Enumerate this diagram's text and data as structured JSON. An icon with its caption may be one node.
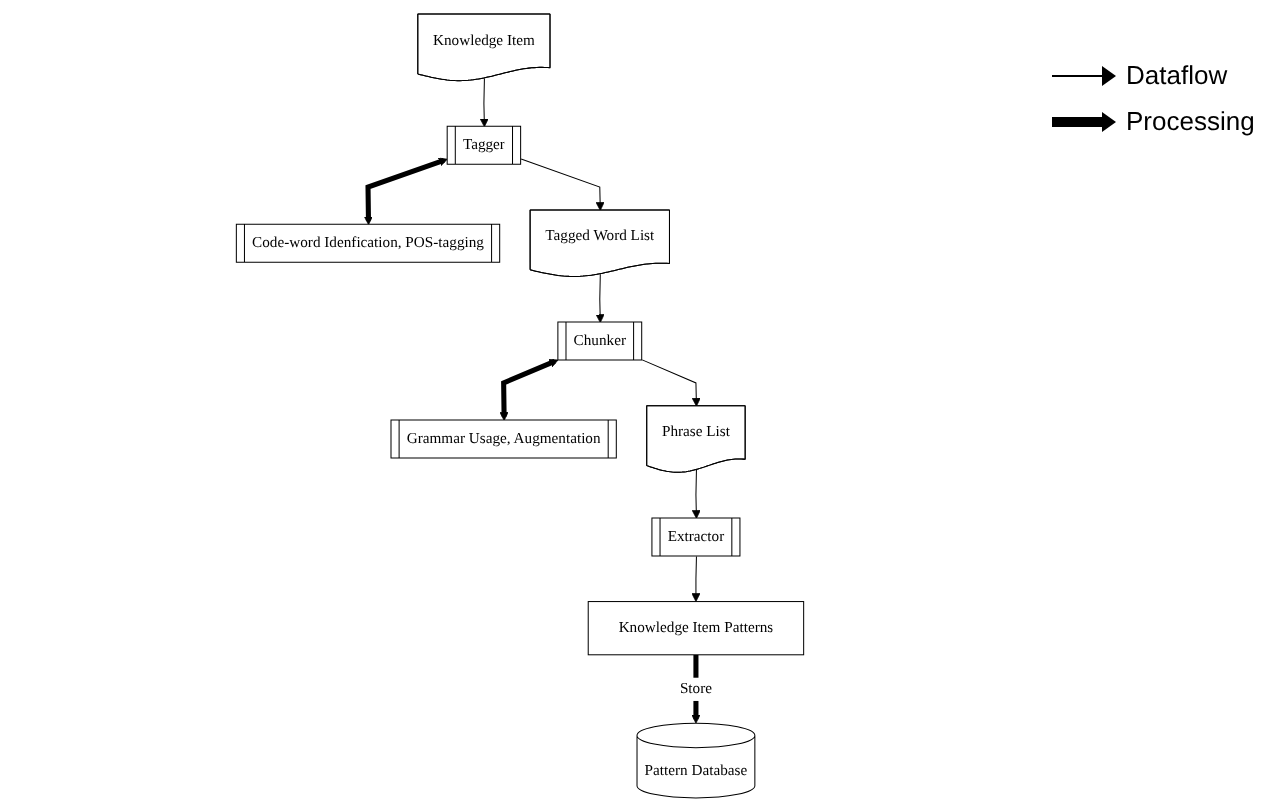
{
  "diagram": {
    "nodes": [
      {
        "text": [
          "Knowledge Item"
        ]
      },
      {
        "text": [
          "Tagger"
        ]
      },
      {
        "text": [
          "Code-word Idenfication, POS-tagging"
        ]
      },
      {
        "text": [
          "Tagged Word List"
        ]
      },
      {
        "text": [
          "Chunker"
        ]
      },
      {
        "text": [
          "Grammar Usage, Augmentation"
        ]
      },
      {
        "text": [
          "Phrase List"
        ]
      },
      {
        "text": [
          "Extractor"
        ]
      },
      {
        "text": [
          "Knowledge Item Patterns"
        ]
      },
      {
        "text": [
          "Pattern Database"
        ]
      }
    ],
    "edges": [
      {
        "from": 0,
        "to": 1,
        "arrow": "to"
      },
      {
        "from": 1,
        "to": 2,
        "arrow": "both",
        "style": "thick"
      },
      {
        "from": 1,
        "to": 3,
        "arrow": "to"
      },
      {
        "from": 3,
        "to": 4,
        "arrow": "to"
      },
      {
        "from": 4,
        "to": 5,
        "arrow": "both",
        "style": "thick"
      },
      {
        "from": 4,
        "to": 6,
        "arrow": "to"
      },
      {
        "from": 6,
        "to": 7,
        "arrow": "to"
      },
      {
        "from": 7,
        "to": 8,
        "arrow": "to"
      },
      {
        "from": 8,
        "to": 9,
        "label": "Store",
        "arrow": "to",
        "style": "thick"
      }
    ],
    "legend": [
      {
        "text": "Dataflow"
      },
      {
        "text": "Processing"
      }
    ]
  }
}
